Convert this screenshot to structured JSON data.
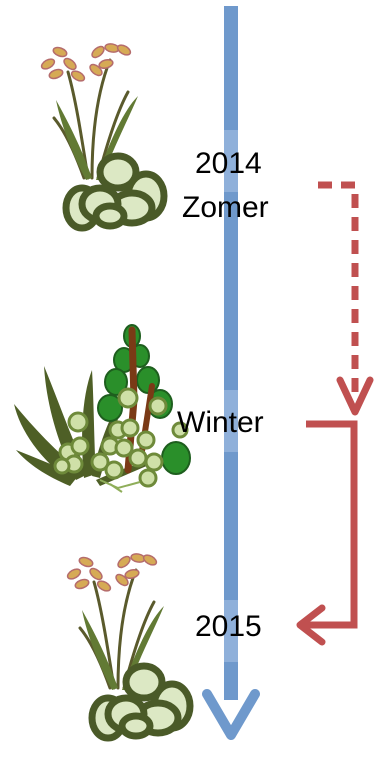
{
  "timeline": {
    "labels": [
      "2014",
      "Zomer",
      "Winter",
      "2015"
    ],
    "colors": {
      "axis": "#6f99cc",
      "axis_segment_light": "#8fb0da",
      "arrow": "#c05050",
      "plant_dark": "#4a5a28",
      "plant_mid": "#627a34",
      "leaf_fill": "#dce8c4",
      "flower": "#d6aa55",
      "flower_tip": "#b56c6c",
      "weed_green": "#3e7a2a",
      "weed_bright": "#2a8f2a",
      "weed_stem": "#7a3a16",
      "weed_blossom": "#cfe0a8"
    }
  }
}
